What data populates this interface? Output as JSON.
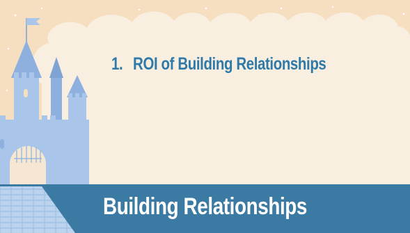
{
  "slide": {
    "list_item_number": "1.",
    "list_item_text": "ROI of Building Relationships",
    "footer_title": "Building Relationships"
  },
  "colors": {
    "background": "#f6dec0",
    "cloud": "#f9efe0",
    "accent_text": "#2f7aa8",
    "footer_bar": "#3a7aa3",
    "castle": "#a9c6ea",
    "castle_dark": "#7fa3d3"
  },
  "icons": {
    "castle": "castle-illustration",
    "flag": "flag-icon",
    "brick_path": "brick-path-pattern"
  }
}
